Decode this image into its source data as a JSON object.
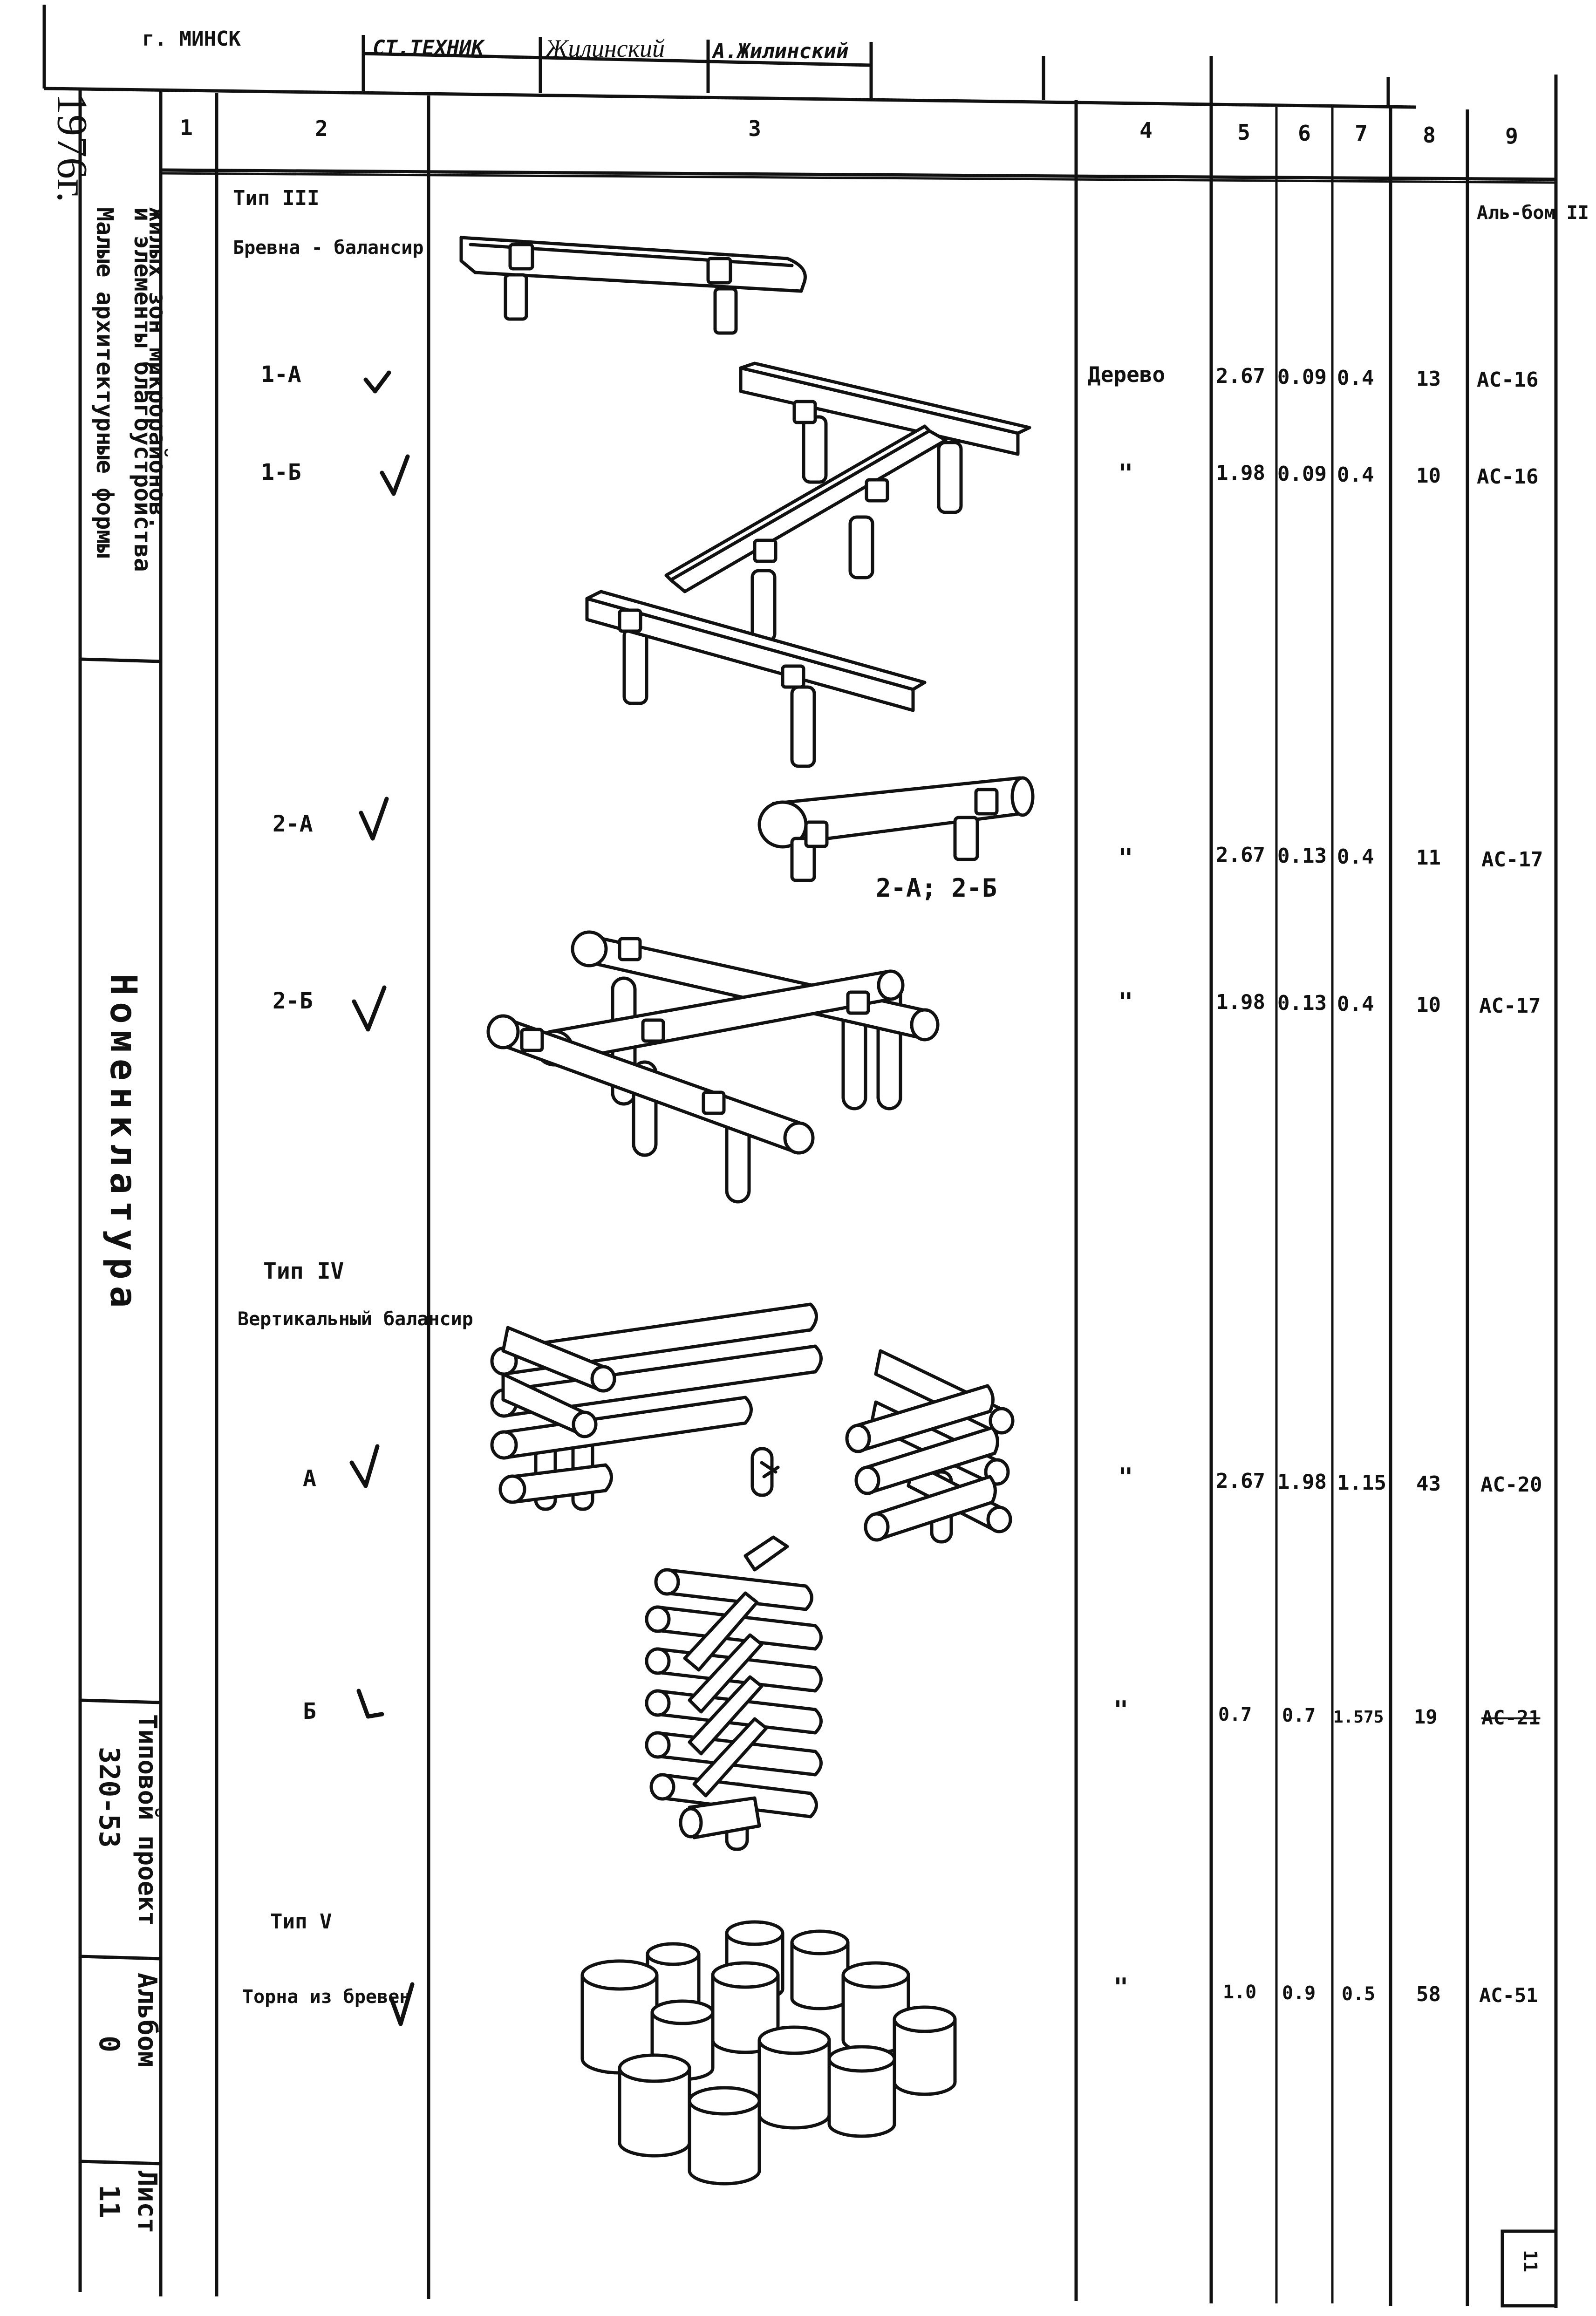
{
  "header": {
    "city": "г. МИНСК",
    "role": "СТ.ТЕХНИК",
    "signature": "Жилинский",
    "author": "А.Жилинский"
  },
  "side": {
    "year": "1976г.",
    "title_line1": "Малые архитектурные формы",
    "title_line2": "и элементы благоустройства",
    "title_line3": "жилых зон микрорайонов.",
    "doc_title": "Номенклатура",
    "project_label": "Типовой проект",
    "project_number": "320-53",
    "album_label": "Альбом",
    "album_number": "0",
    "sheet_label": "Лист",
    "sheet_number": "11"
  },
  "table": {
    "columns": [
      "1",
      "2",
      "3",
      "4",
      "5",
      "6",
      "7",
      "8",
      "9"
    ],
    "album_note": "Аль-бом II",
    "type3": {
      "label": "Тип III",
      "name": "Бревна - балансир"
    },
    "type4": {
      "label": "Тип IV",
      "name": "Вертикальный балансир"
    },
    "type5": {
      "label": "Тип V",
      "name": "Торна из бревен"
    },
    "drawing_caption": "2-А; 2-Б",
    "rows": [
      {
        "id": "row-1a",
        "mark": "1-А",
        "material": "Дерево",
        "c5": "2.67",
        "c6": "0.09",
        "c7": "0.4",
        "c8": "13",
        "code": "АС-16"
      },
      {
        "id": "row-1b",
        "mark": "1-Б",
        "material": "\"",
        "c5": "1.98",
        "c6": "0.09",
        "c7": "0.4",
        "c8": "10",
        "code": "АС-16"
      },
      {
        "id": "row-2a",
        "mark": "2-А",
        "material": "\"",
        "c5": "2.67",
        "c6": "0.13",
        "c7": "0.4",
        "c8": "11",
        "code": "АС-17"
      },
      {
        "id": "row-2b",
        "mark": "2-Б",
        "material": "\"",
        "c5": "1.98",
        "c6": "0.13",
        "c7": "0.4",
        "c8": "10",
        "code": "АС-17"
      },
      {
        "id": "row-a",
        "mark": "А",
        "material": "\"",
        "c5": "2.67",
        "c6": "1.98",
        "c7": "1.15",
        "c8": "43",
        "code": "АС-20"
      },
      {
        "id": "row-b",
        "mark": "Б",
        "material": "\"",
        "c5": "0.7",
        "c6": "0.7",
        "c7": "1.575",
        "c8": "19",
        "code": "АС-21"
      },
      {
        "id": "row-t",
        "mark": "",
        "material": "\"",
        "c5": "1.0",
        "c6": "0.9",
        "c7": "0.5",
        "c8": "58",
        "code": "АС-51"
      }
    ],
    "corner_mark": "11"
  }
}
